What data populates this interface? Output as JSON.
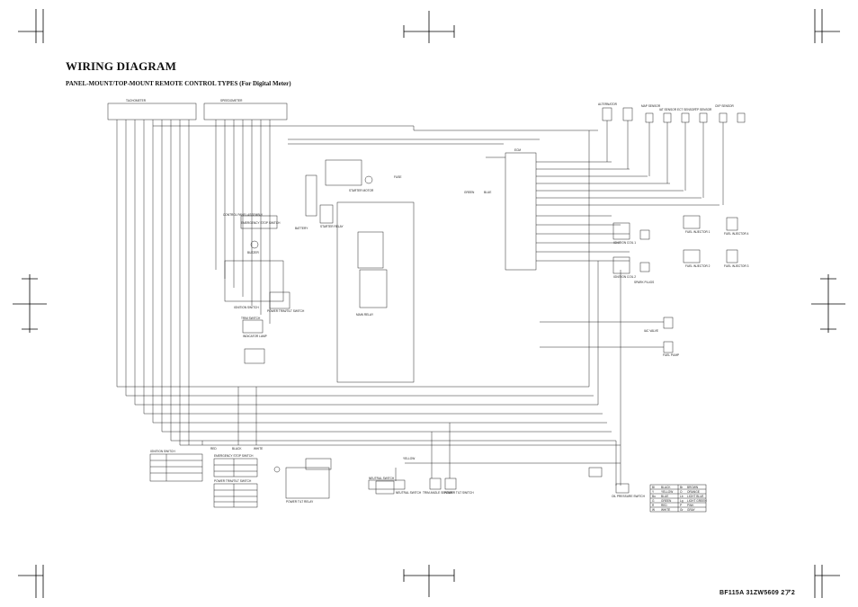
{
  "header": {
    "title": "WIRING DIAGRAM",
    "subtitle": "PANEL-MOUNT/TOP-MOUNT REMOTE CONTROL TYPES (For Digital Meter)"
  },
  "footer": {
    "code": "BF115A  31ZW5609  2ア2"
  },
  "diagram_labels": {
    "tach_meter": "TACHOMETER",
    "speedometer": "SPEEDOMETER",
    "control_panel_assembly": "CONTROL PANEL ASSEMBLY",
    "emergency_stop_switch": "EMERGENCY STOP SWITCH",
    "buzzer": "BUZZER",
    "ignition_switch": "IGNITION SWITCH",
    "power_tilt_switch": "POWER TRIM/TILT SWITCH",
    "trim_switch": "TRIM SWITCH",
    "indicator_lamp": "INDICATOR LAMP",
    "ecm": "ECM",
    "main_relay": "MAIN RELAY",
    "starter_relay": "STARTER RELAY",
    "starter_motor": "STARTER MOTOR",
    "fuse": "FUSE",
    "battery": "BATTERY",
    "ignition_coil_1": "IGNITION COIL 1",
    "ignition_coil_2": "IGNITION COIL 2",
    "spark_plugs": "SPARK PLUGS",
    "fuel_injector_1": "FUEL INJECTOR 1",
    "fuel_injector_2": "FUEL INJECTOR 2",
    "fuel_injector_3": "FUEL INJECTOR 3",
    "fuel_injector_4": "FUEL INJECTOR 4",
    "iac_valve": "IAC VALVE",
    "fuel_pump": "FUEL PUMP",
    "power_tilt_relay": "POWER TILT RELAY",
    "neutral_switch": "NEUTRAL SWITCH",
    "trim_angle_sensor": "TRIM ANGLE SENSOR",
    "power_tilt_switch_engine": "POWER TILT SWITCH",
    "oil_pressure": "OIL PRESSURE SWITCH",
    "map_sensor": "MAP SENSOR",
    "iat_sensor": "IAT SENSOR",
    "ect_sensor": "ECT SENSOR",
    "tp_sensor": "TP SENSOR",
    "ckp_sensor": "CKP SENSOR",
    "alternator": "ALTERNATOR",
    "ignition_switch_table_title": "IGNITION SWITCH",
    "emergency_table_title": "EMERGENCY STOP SWITCH",
    "power_tilt_table_title": "POWER TRIM/TILT SWITCH",
    "neutral_table_title": "NEUTRAL SWITCH",
    "black": "BLACK",
    "green": "GREEN",
    "red": "RED",
    "white": "WHITE",
    "yellow": "YELLOW",
    "blue": "BLUE"
  },
  "color_legend": [
    {
      "code": "Bl",
      "name": "BLACK",
      "code2": "Br",
      "name2": "BROWN"
    },
    {
      "code": "Y",
      "name": "YELLOW",
      "code2": "O",
      "name2": "ORANGE"
    },
    {
      "code": "Bu",
      "name": "BLUE",
      "code2": "Lb",
      "name2": "LIGHT BLUE"
    },
    {
      "code": "G",
      "name": "GREEN",
      "code2": "Lg",
      "name2": "LIGHT GREEN"
    },
    {
      "code": "R",
      "name": "RED",
      "code2": "P",
      "name2": "PINK"
    },
    {
      "code": "W",
      "name": "WHITE",
      "code2": "Gr",
      "name2": "GRAY"
    }
  ]
}
